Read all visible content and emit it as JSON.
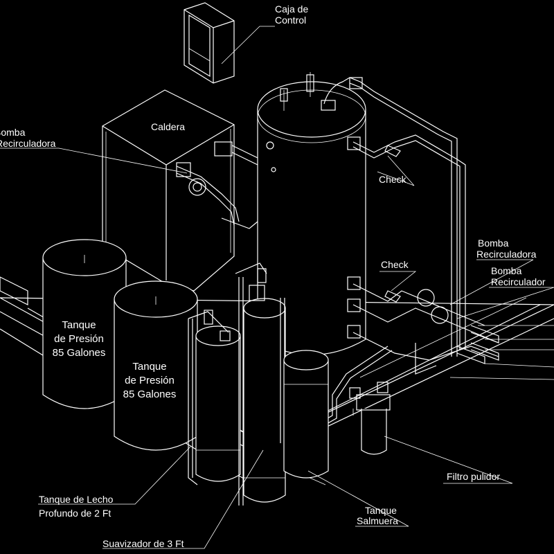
{
  "labels": {
    "control_box": [
      "Caja de",
      "Control"
    ],
    "boiler": "Caldera",
    "recirc_pump_left": [
      "Bomba",
      "Recirculadora"
    ],
    "check_top": "Check",
    "check_mid": "Check",
    "recirc_pump_right_1": [
      "Bomba",
      "Recirculadora"
    ],
    "recirc_pump_right_2": [
      "Bomba",
      "Recirculador"
    ],
    "pressure_tank_1": [
      "Tanque",
      "de Presión",
      "85 Galones"
    ],
    "pressure_tank_2": [
      "Tanque",
      "de Presión",
      "85 Galones"
    ],
    "deep_bed_tank": [
      "Tanque de Lecho",
      "Profundo de 2 Ft"
    ],
    "softener": "Suavizador de 3 Ft",
    "brine_tank": [
      "Tanque",
      "Salmuera"
    ],
    "polish_filter": "Filtro pulidor"
  },
  "colors": {
    "background": "#000000",
    "line": "#ffffff"
  }
}
